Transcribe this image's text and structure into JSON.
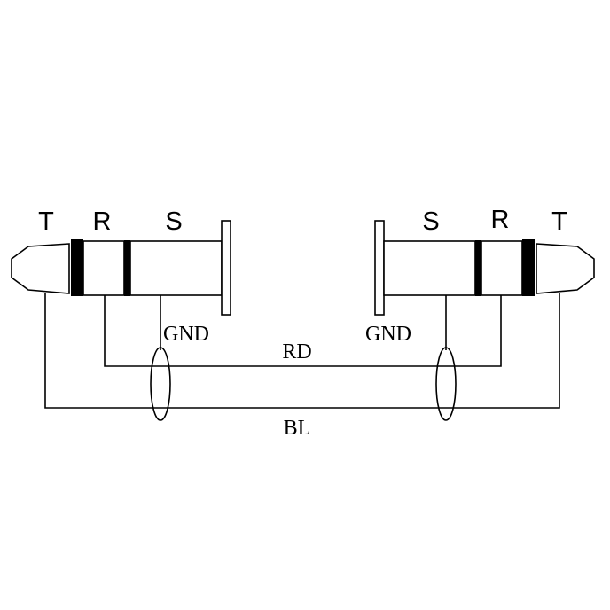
{
  "left_plug": {
    "tip_label": "T",
    "ring_label": "R",
    "sleeve_label": "S",
    "ground_label": "GND"
  },
  "right_plug": {
    "tip_label": "T",
    "ring_label": "R",
    "sleeve_label": "S",
    "ground_label": "GND"
  },
  "wires": {
    "red_label": "RD",
    "blue_label": "BL"
  },
  "colors": {
    "line": "#000000",
    "background": "#ffffff"
  }
}
